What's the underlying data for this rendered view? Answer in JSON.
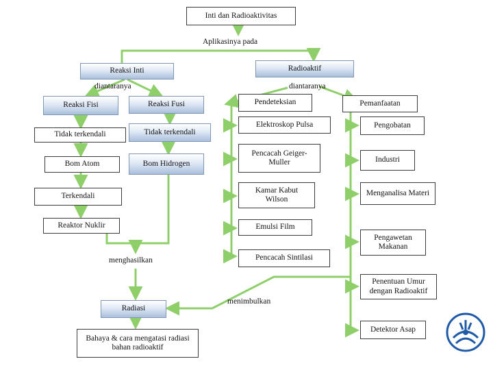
{
  "root": "Inti dan Radioaktivitas",
  "root_link": "Aplikasinya pada",
  "left_branch": {
    "title": "Reaksi Inti",
    "link": "diantaranya",
    "fisi": {
      "title": "Reaksi Fisi",
      "items": [
        "Tidak terkendali",
        "Bom Atom",
        "Terkendali",
        "Reaktor Nuklir"
      ]
    },
    "fusi": {
      "title": "Reaksi Fusi",
      "items": [
        "Tidak terkendali",
        "Bom Hidrogen"
      ]
    },
    "result_link": "menghasilkan",
    "result": "Radiasi",
    "result_detail": "Bahaya & cara mengatasi radiasi bahan radioaktif"
  },
  "right_branch": {
    "title": "Radioaktif",
    "link": "diantaranya",
    "detection": {
      "title": "Pendeteksian",
      "items": [
        "Elektroskop Pulsa",
        "Pencacah Geiger-Muller",
        "Kamar Kabut Wilson",
        "Emulsi Film",
        "Pencacah Sintilasi"
      ]
    },
    "uses": {
      "title": "Pemanfaatan",
      "items": [
        "Pengobatan",
        "Industri",
        "Menganalisa Materi",
        "Pengawetan Makanan",
        "Penentuan Umur dengan Radioaktif",
        "Detektor Asap"
      ]
    },
    "cause_link": "menimbulkan"
  },
  "colors": {
    "arrow": "#8fcf6a",
    "box_border": "#3a3a3a",
    "box_gradient_bottom": "#a9bfdc",
    "logo_blue": "#1f5aa8"
  },
  "icons": {
    "logo": "university-logo-icon"
  }
}
